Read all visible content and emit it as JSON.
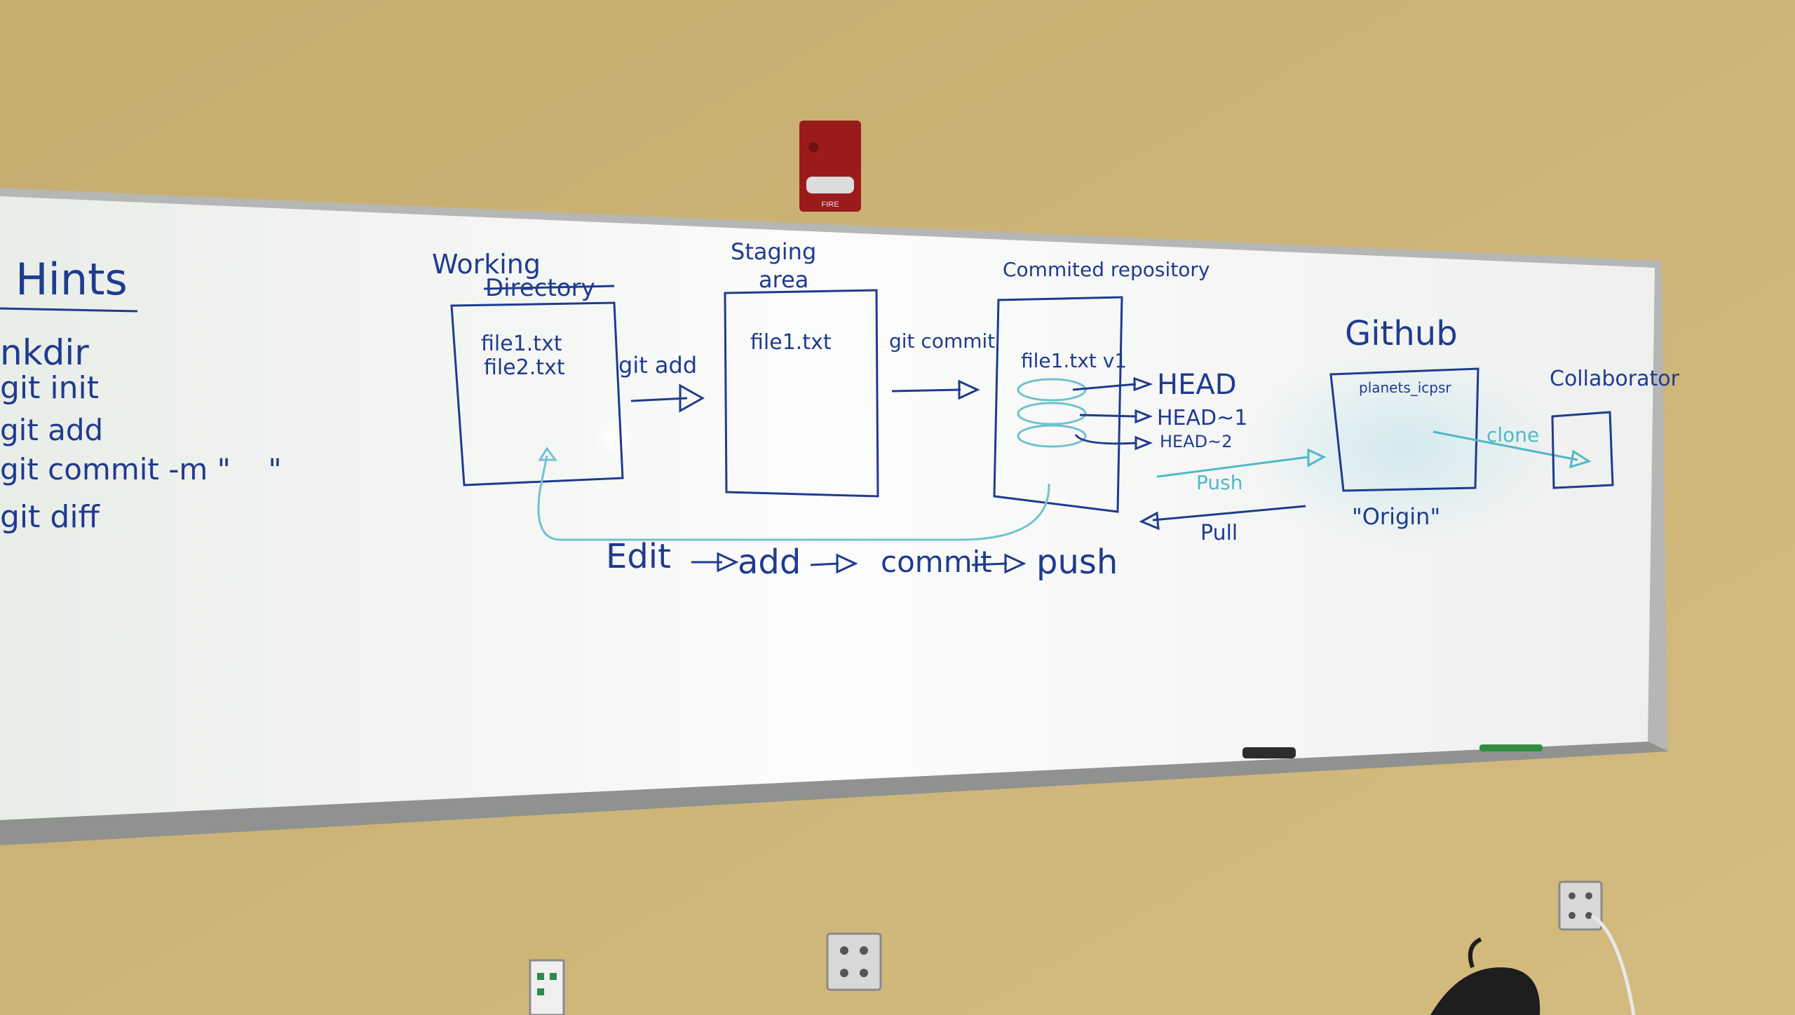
{
  "hints": {
    "title": "Hints",
    "items": [
      "nkdir",
      "git init",
      "git add",
      "git commit -m \"    \"",
      "git diff"
    ]
  },
  "stages": {
    "working": {
      "title_line1": "Working",
      "title_line2": "Directory",
      "file1": "file1.txt",
      "file2": "file2.txt"
    },
    "staging": {
      "title_line1": "Staging",
      "title_line2": "area",
      "file1": "file1.txt"
    },
    "repository": {
      "title": "Commited repository",
      "file": "file1.txt v1"
    },
    "github": {
      "title": "Github",
      "repo": "planets_icpsr",
      "origin": "\"Origin\""
    },
    "collaborator": {
      "title": "Collaborator"
    }
  },
  "arrows": {
    "git_add": "git add",
    "git_commit": "git commit",
    "head": "HEAD",
    "head1": "HEAD~1",
    "head2": "HEAD~2",
    "push": "Push",
    "pull": "Pull",
    "clone": "clone"
  },
  "workflow": {
    "edit": "Edit",
    "add": "add",
    "commit": "commit",
    "push": "push"
  },
  "alarm": {
    "label": "FIRE"
  },
  "colors": {
    "wall": "#cdb377",
    "board": "#f4f6f3",
    "marker_blue": "#1f3b8f",
    "marker_teal": "#4fb8c8",
    "alarm_red": "#9b1b1b"
  }
}
